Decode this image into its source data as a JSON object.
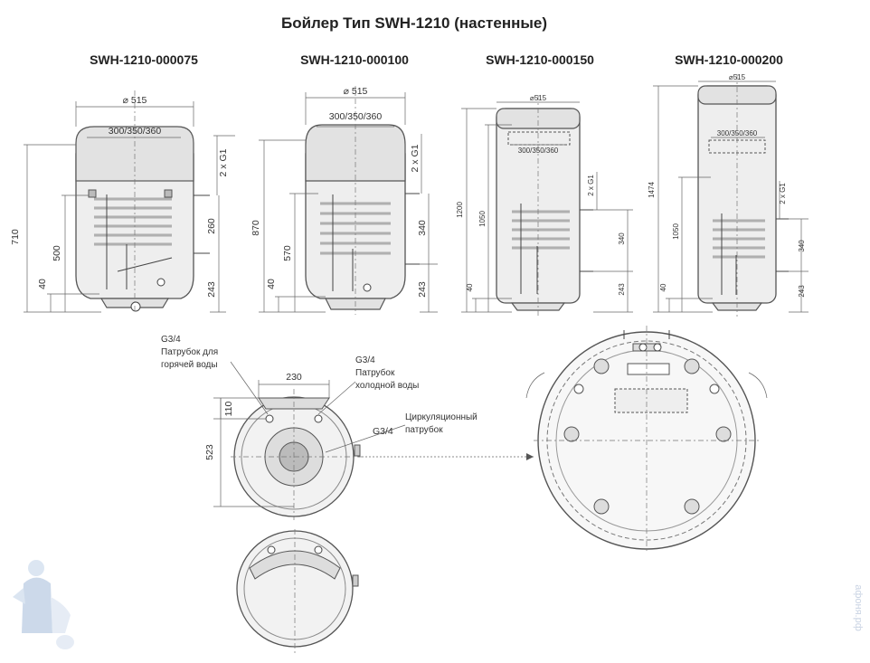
{
  "title": "Бойлер Тип SWH-1210 (настенные)",
  "models": [
    {
      "name": "SWH-1210-000075",
      "diameter": "515",
      "mount": "300/350/360",
      "connections": "2 x G1",
      "height": "710",
      "height2": "500",
      "height3": "40",
      "coil": "260",
      "bottom": "243"
    },
    {
      "name": "SWH-1210-000100",
      "diameter": "515",
      "mount": "300/350/360",
      "connections": "2 x G1",
      "height": "870",
      "height2": "570",
      "height3": "40",
      "coil": "340",
      "bottom": "243"
    },
    {
      "name": "SWH-1210-000150",
      "diameter": "515",
      "mount": "300/350/360",
      "connections": "2 x G1",
      "height": "1200",
      "height2": "1050",
      "height3": "40",
      "coil": "340",
      "bottom": "243"
    },
    {
      "name": "SWH-1210-000200",
      "diameter": "515",
      "mount": "300/350/360",
      "connections": "2 x G1",
      "height": "1474",
      "height2": "1050",
      "height3": "40",
      "coil": "340",
      "bottom": "243"
    }
  ],
  "bottom_view": {
    "hot_water_size": "G3/4",
    "hot_water_label_1": "Патрубок для",
    "hot_water_label_2": "горячей воды",
    "cold_water_size": "G3/4",
    "cold_water_label_1": "Патрубок",
    "cold_water_label_2": "холодной воды",
    "circ_size": "G3/4",
    "circ_label_1": "Циркуляционный",
    "circ_label_2": "патрубок",
    "width": "230",
    "offset": "110",
    "depth": "523"
  },
  "watermark": "афоня.рф",
  "colors": {
    "line": "#444444",
    "fill": "#eeeeee",
    "accent": "#3a6fb0"
  }
}
